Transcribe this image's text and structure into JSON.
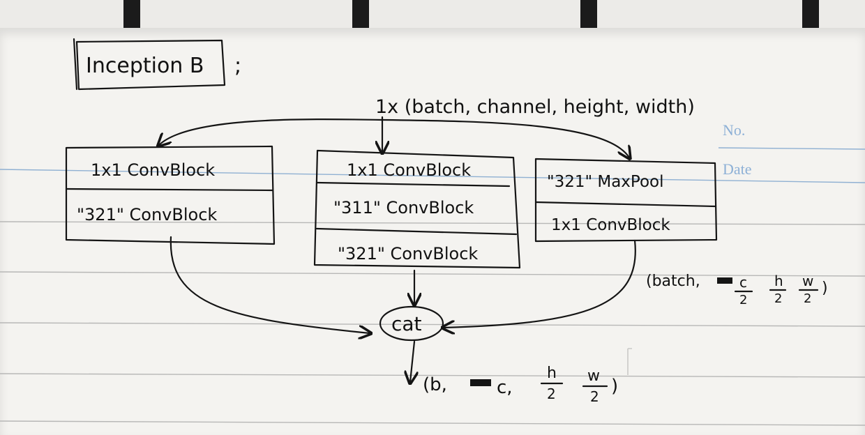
{
  "title": "Inception B",
  "title_suffix": ";",
  "input_label": "1x (batch, channel, height, width)",
  "branches": [
    {
      "layers": [
        "1x1 ConvBlock",
        "\"321\" ConvBlock"
      ]
    },
    {
      "layers": [
        "1x1 ConvBlock",
        "\"311\" ConvBlock",
        "\"321\" ConvBlock"
      ]
    },
    {
      "layers": [
        "\"321\" MaxPool",
        "1x1 ConvBlock"
      ]
    }
  ],
  "branch_output_shape": [
    "(batch,",
    "c",
    "2",
    "h",
    "2",
    "w",
    "2",
    ")"
  ],
  "concat_label": "cat",
  "output_shape": [
    "(b,",
    "c,",
    "h",
    "2",
    "w",
    "2",
    ")"
  ],
  "notebook_labels": {
    "no": "No.",
    "date": "Date"
  },
  "colors": {
    "ink": "#141414",
    "paper": "#f4f3f0",
    "printed": "#8db0d6"
  }
}
